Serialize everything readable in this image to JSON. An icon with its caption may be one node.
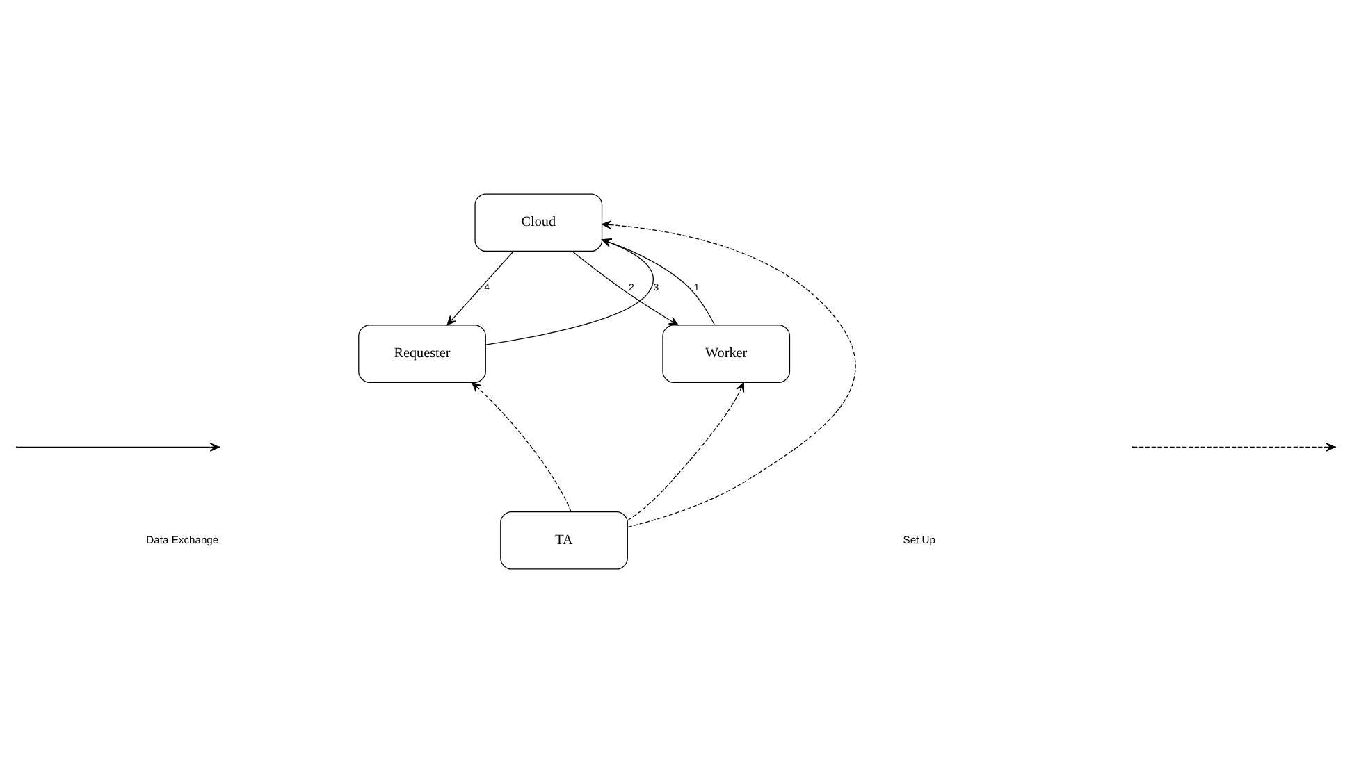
{
  "diagram": {
    "nodes": [
      {
        "text": [
          "Cloud"
        ]
      },
      {
        "text": [
          "Requester"
        ]
      },
      {
        "text": [
          "Worker"
        ]
      },
      {
        "text": [
          "TA"
        ]
      }
    ],
    "edges": [
      {
        "from": 2,
        "to": 0,
        "arrow": "to",
        "label": "1"
      },
      {
        "from": 0,
        "to": 2,
        "arrow": "to",
        "label": "2"
      },
      {
        "from": 1,
        "to": 0,
        "arrow": "to",
        "label": "3"
      },
      {
        "from": 0,
        "to": 1,
        "arrow": "to",
        "label": "4"
      },
      {
        "from": 3,
        "to": 1,
        "arrow": "to",
        "style": "dashed"
      },
      {
        "from": 3,
        "to": 0,
        "arrow": "to",
        "style": "dashed"
      },
      {
        "from": 3,
        "to": 2,
        "arrow": "to",
        "style": "dashed"
      }
    ],
    "legend": [
      {
        "text": "Data Exchange"
      },
      {
        "text": "Set Up"
      }
    ]
  }
}
